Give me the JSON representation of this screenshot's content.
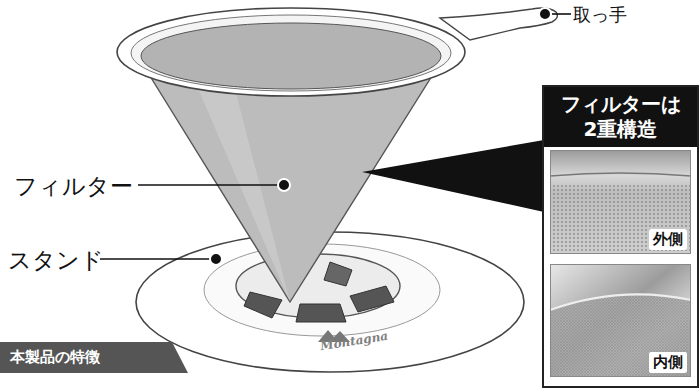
{
  "diagram": {
    "nodes": [
      {
        "text": [
          "フィルターは 2重構造"
        ]
      },
      {
        "text": [
          "外側"
        ],
        "in": 0
      },
      {
        "text": [
          "内側"
        ],
        "in": 0
      },
      {
        "text": [
          "本製品の特徴"
        ]
      }
    ],
    "labels": [
      "取っ手",
      "フィルター",
      "スタンド",
      "Montagna"
    ]
  }
}
